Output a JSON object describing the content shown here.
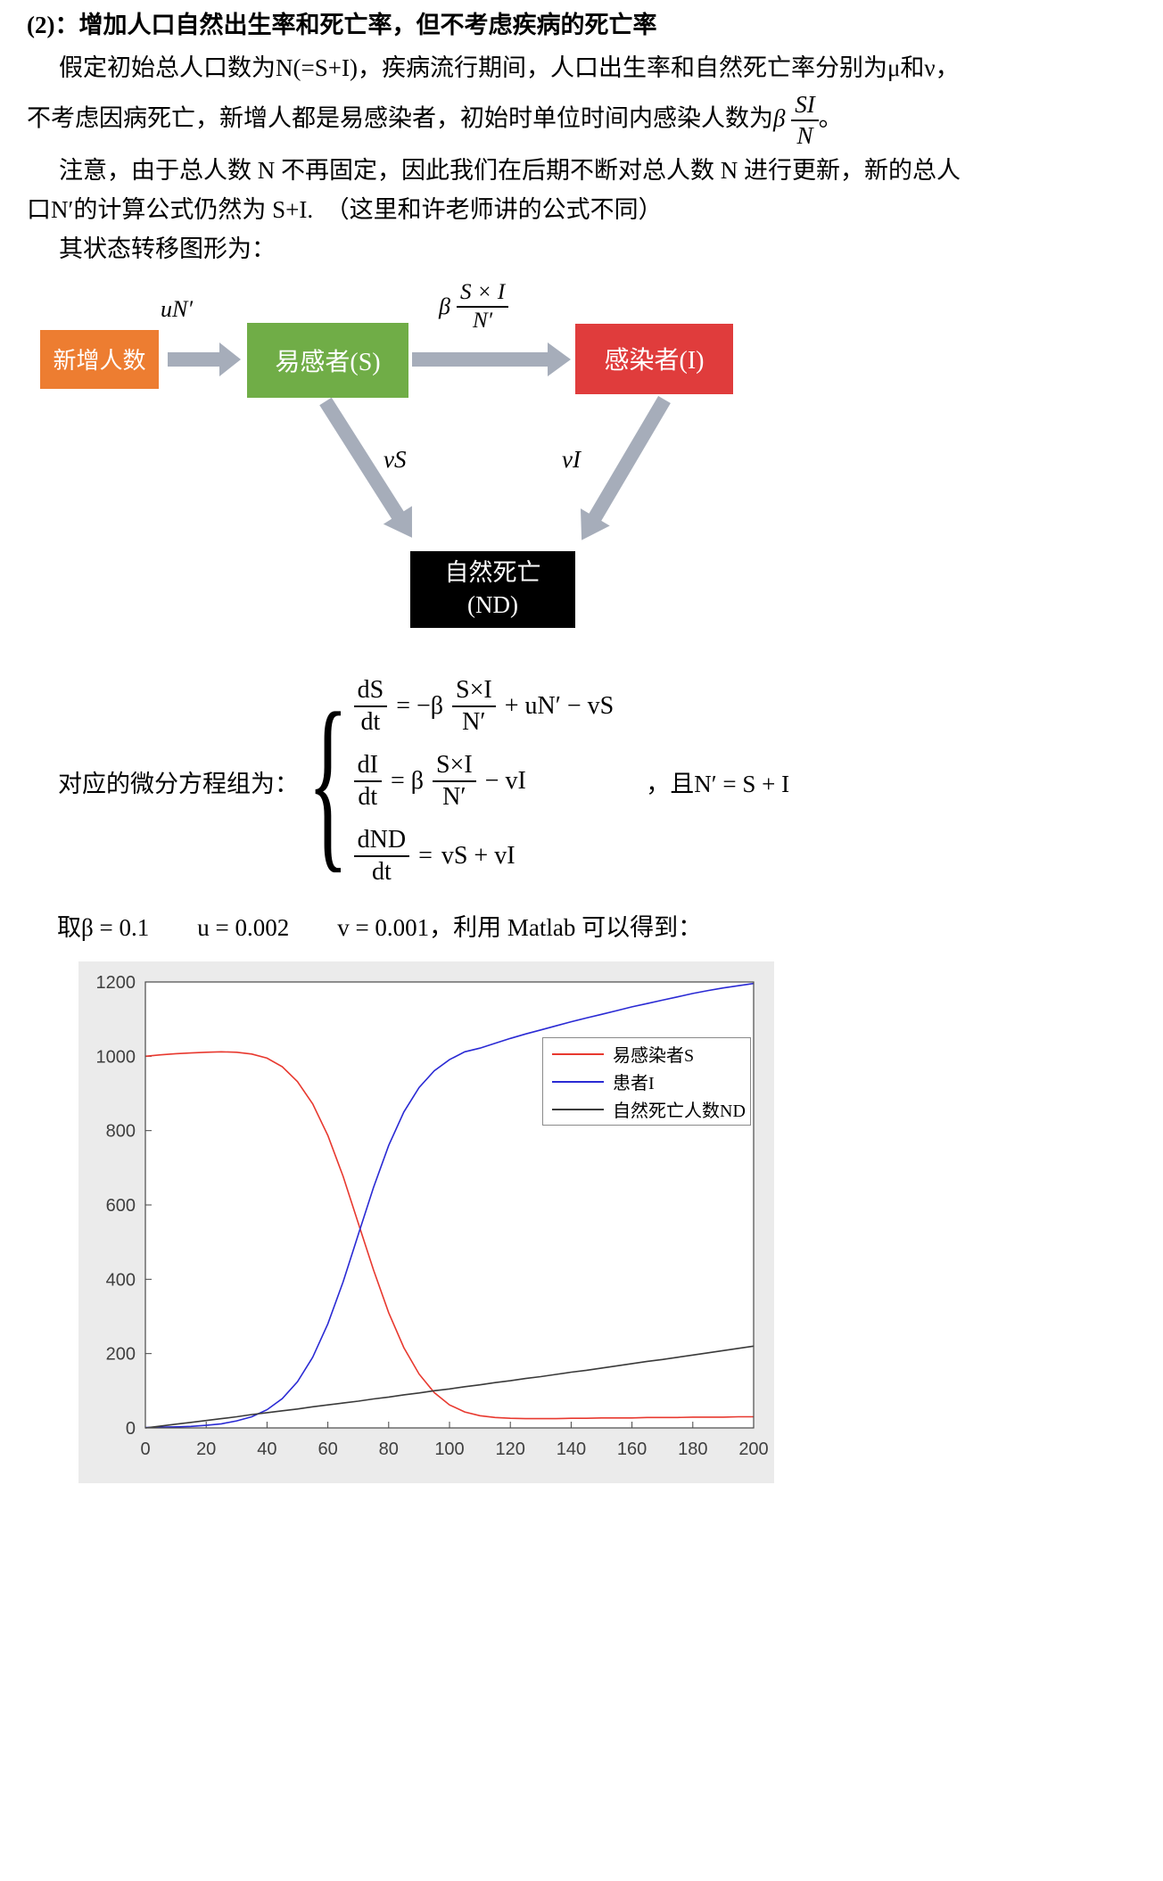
{
  "text": {
    "heading": "(2)：增加人口自然出生率和死亡率，但不考虑疾病的死亡率",
    "p1_l1": "假定初始总人口数为N(=S+I)，疾病流行期间，人口出生率和自然死亡率分别为μ和ν，",
    "p1_l2a": "不考虑因病死亡，新增人都是易感染者，初始时单位时间内感染人数为",
    "p1_l2_beta": "β",
    "p1_frac_num": "SI",
    "p1_frac_den": "N",
    "p1_l2b": "。",
    "p2_l1": "注意，由于总人数 N 不再固定，因此我们在后期不断对总人数 N 进行更新，新的总人",
    "p2_l2": "口N′的计算公式仍然为 S+I.　（这里和许老师讲的公式不同）",
    "p3": "其状态转移图形为：",
    "params": "取β = 0.1　　u = 0.002　　v = 0.001，利用 Matlab 可以得到："
  },
  "diagram": {
    "box_new": "新增人数",
    "arrow1_label": "uN′",
    "box_s": "易感者(S)",
    "arrow2_beta": "β",
    "arrow2_frac_num": "S × I",
    "arrow2_frac_den": "N′",
    "box_i": "感染者(I)",
    "arrow3_label": "νS",
    "arrow4_label": "νI",
    "box_nd_line1": "自然死亡",
    "box_nd_line2": "(ND)",
    "colors": {
      "new_box": "#ed7d31",
      "s_box": "#70ad47",
      "i_box": "#e03c3c",
      "nd_box": "#000000",
      "arrow": "#a6adba"
    }
  },
  "equations": {
    "lead": "对应的微分方程组为：",
    "brace": "{",
    "eq1": {
      "lhs_num": "dS",
      "lhs_den": "dt",
      "op": "= −β",
      "frac_num": "S×I",
      "frac_den": "N′",
      "tail": "+ uN′ − vS"
    },
    "eq2": {
      "lhs_num": "dI",
      "lhs_den": "dt",
      "op": "= β",
      "frac_num": "S×I",
      "frac_den": "N′",
      "tail": "− vI"
    },
    "eq3": {
      "lhs_num": "dND",
      "lhs_den": "dt",
      "op": "=",
      "tail": "vS + vI"
    },
    "tail_note": "，且N′ = S + I"
  },
  "chart_data": {
    "type": "line",
    "title": "",
    "xlabel": "",
    "ylabel": "",
    "xlim": [
      0,
      200
    ],
    "ylim": [
      0,
      1200
    ],
    "xticks": [
      0,
      20,
      40,
      60,
      80,
      100,
      120,
      140,
      160,
      180,
      200
    ],
    "yticks": [
      0,
      200,
      400,
      600,
      800,
      1000,
      1200
    ],
    "grid": false,
    "legend_position": "top-right",
    "x": [
      0,
      5,
      10,
      15,
      20,
      25,
      30,
      35,
      40,
      45,
      50,
      55,
      60,
      65,
      70,
      75,
      80,
      85,
      90,
      95,
      100,
      105,
      110,
      115,
      120,
      125,
      130,
      135,
      140,
      145,
      150,
      155,
      160,
      165,
      170,
      175,
      180,
      185,
      190,
      195,
      200
    ],
    "series": [
      {
        "name": "易感染者S",
        "color": "#e8392f",
        "values": [
          1000,
          1004,
          1007,
          1009,
          1011,
          1012,
          1011,
          1006,
          995,
          972,
          932,
          872,
          787,
          677,
          551,
          425,
          310,
          216,
          145,
          95,
          62,
          43,
          33,
          28,
          26,
          25,
          25,
          25,
          26,
          26,
          27,
          27,
          27,
          28,
          28,
          28,
          29,
          29,
          29,
          30,
          30
        ]
      },
      {
        "name": "患者I",
        "color": "#2a2ad4",
        "values": [
          1,
          2,
          3,
          4,
          7,
          11,
          19,
          30,
          49,
          79,
          124,
          190,
          280,
          393,
          520,
          647,
          760,
          850,
          916,
          961,
          991,
          1012,
          1022,
          1035,
          1048,
          1060,
          1071,
          1082,
          1093,
          1103,
          1113,
          1123,
          1133,
          1142,
          1151,
          1160,
          1169,
          1177,
          1184,
          1190,
          1196
        ]
      },
      {
        "name": "自然死亡人数ND",
        "color": "#3a3a3a",
        "values": [
          0,
          5,
          10,
          15,
          20,
          25,
          30,
          36,
          41,
          46,
          51,
          57,
          62,
          67,
          72,
          78,
          83,
          89,
          94,
          100,
          105,
          111,
          116,
          122,
          127,
          133,
          138,
          144,
          150,
          155,
          161,
          167,
          173,
          179,
          184,
          190,
          196,
          202,
          208,
          214,
          220
        ]
      }
    ]
  }
}
